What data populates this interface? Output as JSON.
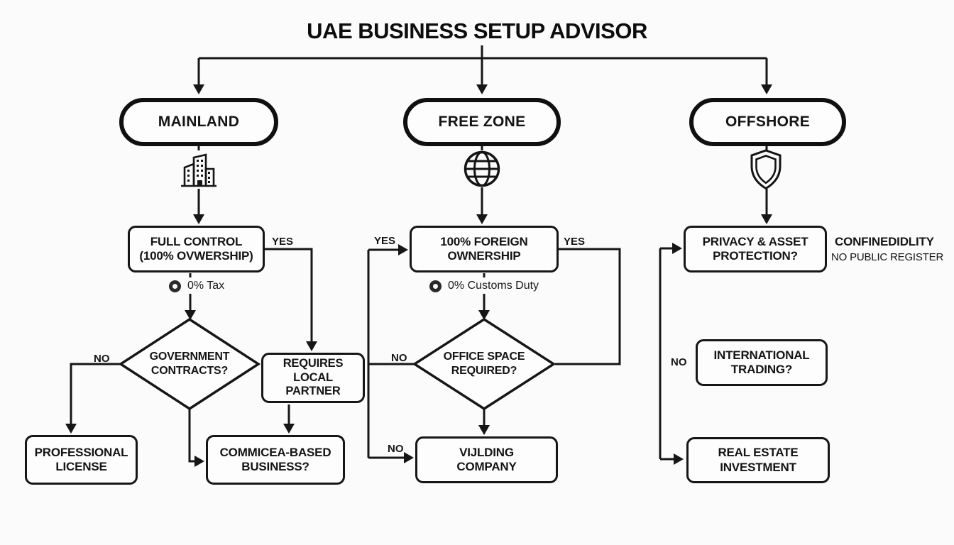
{
  "title": "UAE BUSINESS SETUP ADVISOR",
  "mainland": {
    "pill": "MAINLAND",
    "feature": "FULL CONTROL\n(100% OVWERSHIP)",
    "perk": "0% Tax",
    "decision": "GOVERNMENT\nCONTRACTS?",
    "yes": "YES",
    "no": "NO",
    "partner_box": "REQUIRES LOCAL\nPARTNER",
    "outcome_no": "PROFESSIONAL\nLICENSE",
    "outcome_yes": "COMMICEA-BASED\nBUSINESS?"
  },
  "freezone": {
    "pill": "FREE ZONE",
    "feature": "100% FOREIGN\nOWNERSHIP",
    "perk": "0% Customs Duty",
    "decision": "OFFICE SPACE\nREQUIRED?",
    "yes_left": "YES",
    "yes_right": "YES",
    "no_left": "NO",
    "no_bottom": "NO",
    "outcome": "VIJLDING\nCOMPANY"
  },
  "offshore": {
    "pill": "OFFSHORE",
    "feature": "PRIVACY & ASSET\nPROTECTION?",
    "note_title": "CONFINEDIDLITY",
    "note_sub": "NO PUBLIC REGISTER",
    "no": "NO",
    "question_box": "INTERNATIONAL\nTRADING?",
    "outcome": "REAL ESTATE\nINVESTMENT"
  },
  "icons": {
    "mainland": "building-icon",
    "freezone": "globe-icon",
    "offshore": "shield-icon"
  },
  "colors": {
    "ink": "#141414",
    "background": "#fbfbfb"
  }
}
